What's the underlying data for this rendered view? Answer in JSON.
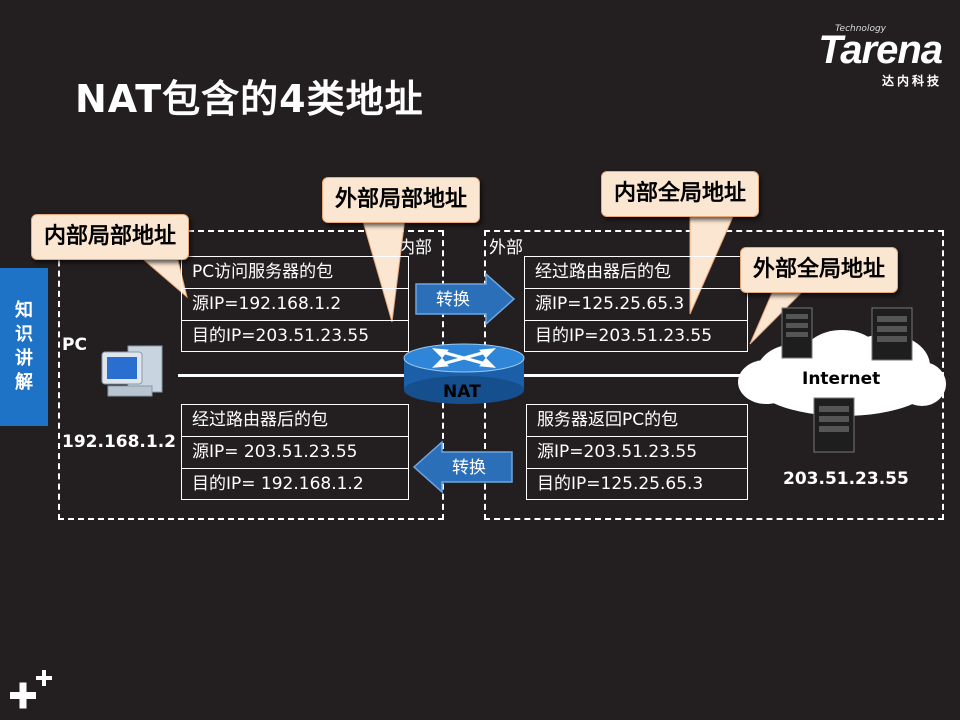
{
  "title": "NAT包含的4类地址",
  "logo": {
    "tagline": "Technology",
    "brand": "Tarena",
    "subtitle": "达内科技"
  },
  "sidebar": {
    "chars": [
      "知",
      "识",
      "讲",
      "解"
    ]
  },
  "zones": {
    "inside_label": "内部",
    "outside_label": "外部"
  },
  "callouts": {
    "inside_local": "内部局部地址",
    "outside_local": "外部局部地址",
    "inside_global": "内部全局地址",
    "outside_global": "外部全局地址"
  },
  "pc": {
    "label": "PC",
    "ip": "192.168.1.2"
  },
  "internet": {
    "label": "Internet",
    "ip": "203.51.23.55"
  },
  "router": {
    "label": "NAT"
  },
  "arrows": {
    "forward": "转换",
    "back": "转换"
  },
  "packets": {
    "in_outbound": [
      "PC访问服务器的包",
      "源IP=192.168.1.2",
      "目的IP=203.51.23.55"
    ],
    "out_outbound": [
      "经过路由器后的包",
      "源IP=125.25.65.3",
      "目的IP=203.51.23.55"
    ],
    "in_inbound": [
      "经过路由器后的包",
      "源IP= 203.51.23.55",
      "目的IP= 192.168.1.2"
    ],
    "out_inbound": [
      "服务器返回PC的包",
      "源IP=203.51.23.55",
      "目的IP=125.25.65.3"
    ]
  },
  "colors": {
    "background": "#231f20",
    "sidebar": "#1f73c6",
    "callout_fill": "#fbe6d2",
    "arrow_fill": "#2b6fb8",
    "router_fill": "#1f6fc4"
  }
}
